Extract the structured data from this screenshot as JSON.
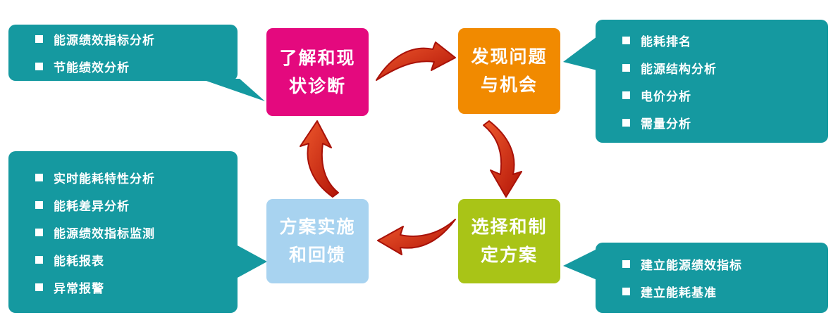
{
  "diagram": {
    "steps": [
      {
        "id": "understand-diagnose",
        "title_lines": [
          "了解和现",
          "状诊断"
        ]
      },
      {
        "id": "find-problems",
        "title_lines": [
          "发现问题",
          "与机会"
        ]
      },
      {
        "id": "select-plan",
        "title_lines": [
          "选择和制",
          "定方案"
        ]
      },
      {
        "id": "implement-feedback",
        "title_lines": [
          "方案实施",
          "和回馈"
        ]
      }
    ],
    "callouts": [
      {
        "id": "top-left",
        "items": [
          "能源绩效指标分析",
          "节能绩效分析"
        ]
      },
      {
        "id": "right",
        "items": [
          "能耗排名",
          "能源结构分析",
          "电价分析",
          "需量分析"
        ]
      },
      {
        "id": "bottom-right",
        "items": [
          "建立能源绩效指标",
          "建立能耗基准"
        ]
      },
      {
        "id": "bottom-left",
        "items": [
          "实时能耗特性分析",
          "能耗差异分析",
          "能源绩效指标监测",
          "能耗报表",
          "异常报警"
        ]
      }
    ],
    "colors": {
      "teal": "#1599a0",
      "pink": "#e4097e",
      "orange": "#f18a00",
      "green": "#a9c417",
      "light_blue": "#a8d3f0",
      "arrow_red": "#d5281a",
      "arrow_red_dark": "#a81108"
    }
  }
}
